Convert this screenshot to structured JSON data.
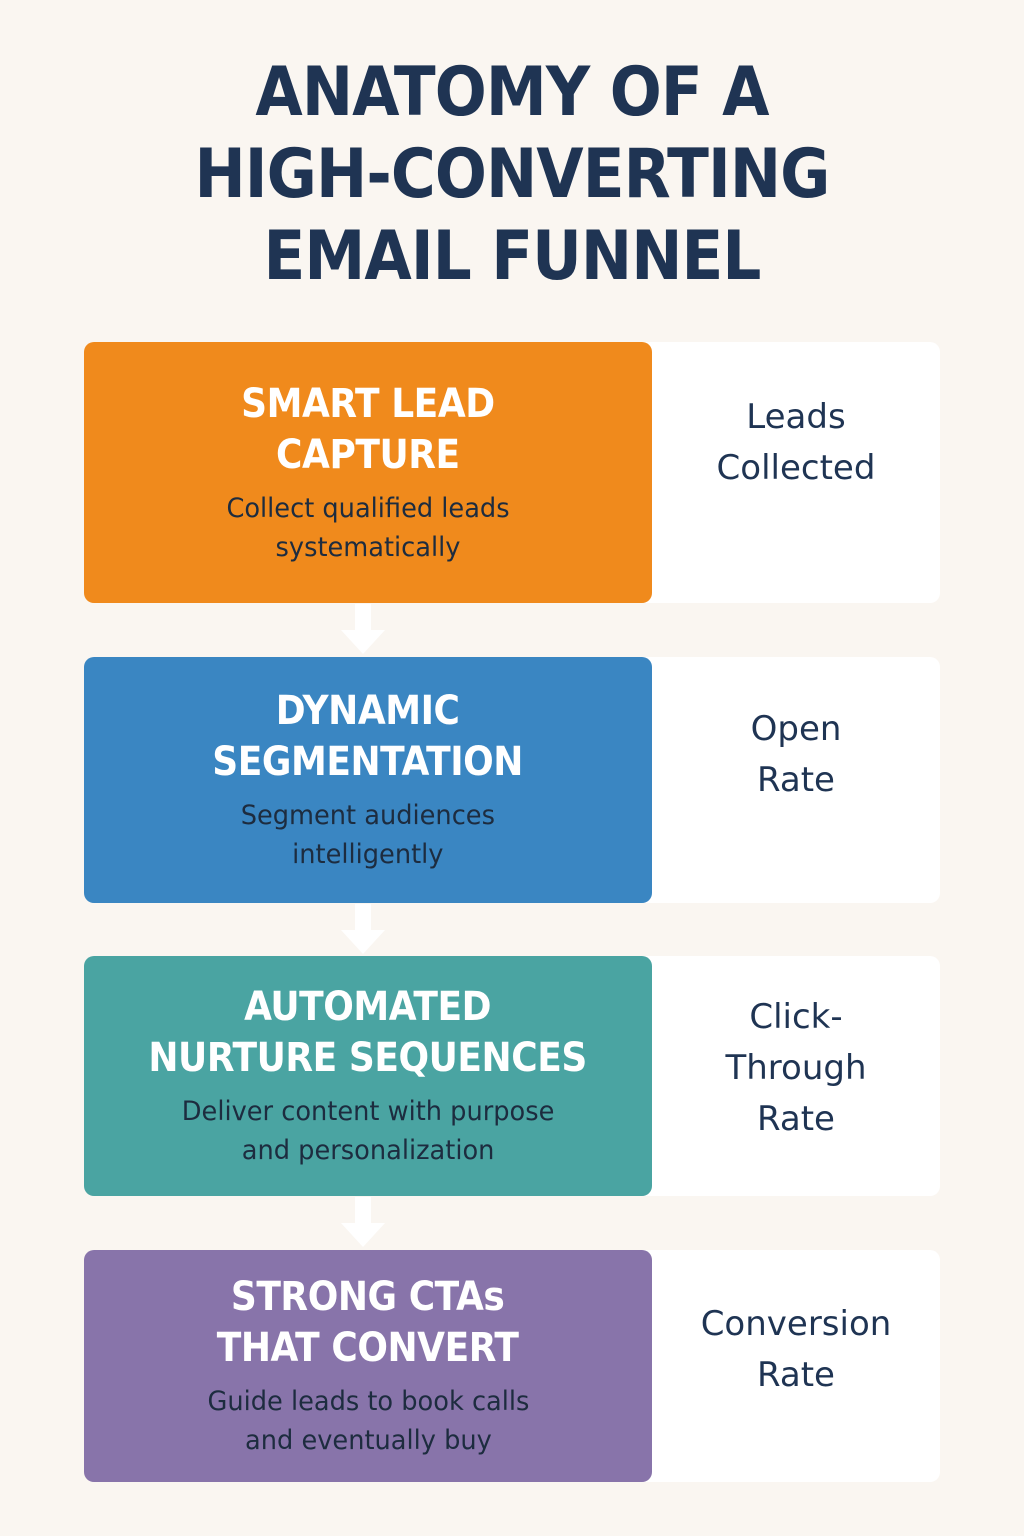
{
  "title": {
    "line1": "ANATOMY OF A",
    "line2": "HIGH-CONVERTING",
    "line3": "EMAIL FUNNEL"
  },
  "stages": [
    {
      "heading_line1": "SMART LEAD",
      "heading_line2": "CAPTURE",
      "desc_line1": "Collect qualified leads",
      "desc_line2": "systematically",
      "metric_line1": "Leads",
      "metric_line2": "Collected",
      "metric_line3": "",
      "color": "#f08a1c"
    },
    {
      "heading_line1": "DYNAMIC",
      "heading_line2": "SEGMENTATION",
      "desc_line1": "Segment audiences",
      "desc_line2": "intelligently",
      "metric_line1": "Open",
      "metric_line2": "Rate",
      "metric_line3": "",
      "color": "#3a86c2"
    },
    {
      "heading_line1": "AUTOMATED",
      "heading_line2": "NURTURE SEQUENCES",
      "desc_line1": "Deliver content with purpose",
      "desc_line2": "and personalization",
      "metric_line1": "Click-",
      "metric_line2": "Through",
      "metric_line3": "Rate",
      "color": "#4aa4a2"
    },
    {
      "heading_line1": "STRONG CTAs",
      "heading_line2": "THAT CONVERT",
      "desc_line1": "Guide leads to book calls",
      "desc_line2": "and eventually buy",
      "metric_line1": "Conversion",
      "metric_line2": "Rate",
      "metric_line3": "",
      "color": "#8874aa"
    }
  ],
  "colors": {
    "background": "#faf6f1",
    "title": "#1f3453",
    "arrow": "#ffffff"
  }
}
